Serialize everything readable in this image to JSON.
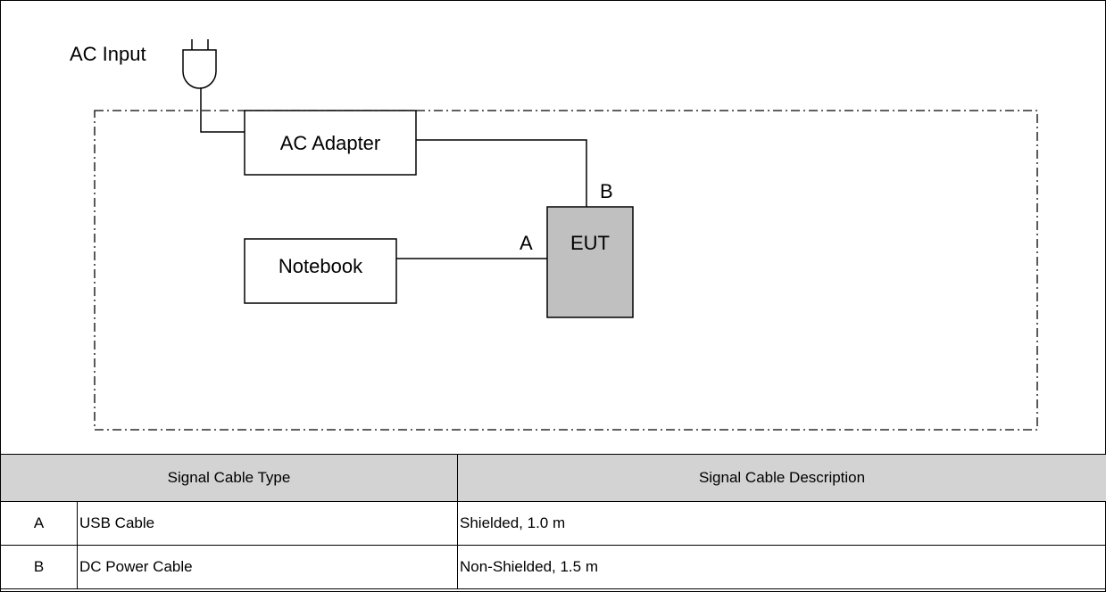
{
  "diagram": {
    "ac_input_label": "AC Input",
    "ac_adapter_label": "AC Adapter",
    "notebook_label": "Notebook",
    "eut_label": "EUT",
    "cable_a_marker": "A",
    "cable_b_marker": "B",
    "eut_fill_color": "#c0c0c0"
  },
  "table": {
    "headers": [
      "Signal Cable Type",
      "Signal Cable Description"
    ],
    "rows": [
      {
        "id": "A",
        "type": "USB Cable",
        "description": "Shielded, 1.0 m"
      },
      {
        "id": "B",
        "type": "DC Power Cable",
        "description": "Non-Shielded, 1.5 m"
      }
    ],
    "header_bg": "#d3d3d3"
  }
}
